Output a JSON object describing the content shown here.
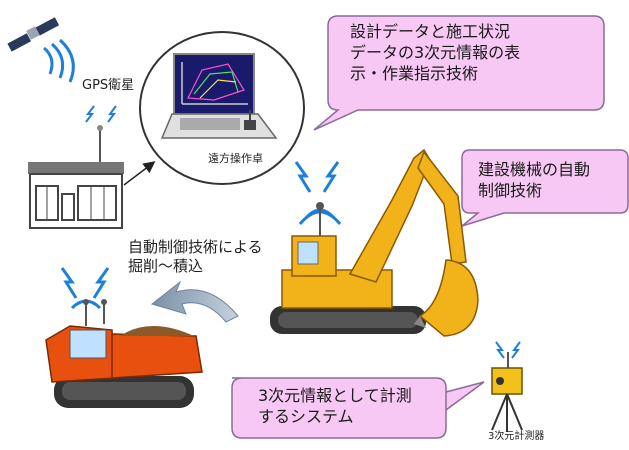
{
  "labels": {
    "gps": "GPS衛星",
    "console": "遠方操作卓",
    "auto_excavation": "自動制御技術による\n掘削～積込",
    "sensor": "3次元計測器"
  },
  "bubbles": {
    "display": "設計データと施工状況\nデータの3次元情報の表\n示・作業指示技術",
    "auto_control": "建設機械の自動\n制御技術",
    "measure": "3次元情報として計測\nするシステム"
  },
  "colors": {
    "bubble_fill": "#f7c8f3",
    "bubble_stroke": "#8a6a9a",
    "machine_yellow": "#f2b21a",
    "dumper_orange": "#e8500f",
    "signal_blue": "#1e7fd8"
  }
}
